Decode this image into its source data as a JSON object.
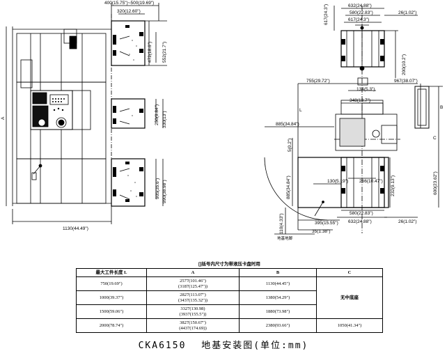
{
  "plan_left": {
    "dims": {
      "top_outer": "400(15.75\")~500(19.69\")",
      "top_inner": "320(12.60\")",
      "d472": "472(18.6\")",
      "d552": "552(21.7\")",
      "d250": "250(9.84\")",
      "d330": "330(13\")",
      "d905": "905(35.6\")",
      "d990": "990(38.98\")",
      "bottom": "1130(44.49\")",
      "side_A": "A"
    }
  },
  "plan_right": {
    "dims": {
      "t632": "632(24.88\")",
      "t580": "580(22.83\")",
      "t617": "617(24.3\")",
      "t26": "26(1.02\")",
      "left_617": "617(24.3\")",
      "r200": "200(10.2\")",
      "d755": "755(29.72\")",
      "d967": "967(38.07\")",
      "d134": "134(5.3\")",
      "d348": "348(13.7\")",
      "d885a": "885(34.84\")",
      "d5": "5(0.2\")",
      "d885b": "885(34.84\")",
      "d130": "130(5.19\")",
      "d266": "266(10.47\")",
      "d232": "232(9.13\")",
      "d600": "600(23.62\")",
      "b580": "580(22.83\")",
      "b632": "632(24.88\")",
      "b26": "26(1.02\")",
      "d395": "395(15.55\")",
      "d35": "35(1.38\")",
      "d110": "110(4.33\")",
      "side_L": "L",
      "side_B": "B",
      "side_C": "C",
      "anchor_label": "地基地脚"
    }
  },
  "table": {
    "note": "[]括号内尺寸为带液压卡盘时用",
    "headers": [
      "最大工件长度 L",
      "A",
      "B",
      "C"
    ],
    "rows": [
      {
        "L": "750(19.69\")",
        "A1": "2577(101.46\")",
        "A2": "(3187(125.47\"))",
        "B": "1130(44.45\")",
        "C": "无中底座"
      },
      {
        "L": "1000(39.37\")",
        "A1": "2827(113.07\")",
        "A2": "(3437(135.32\"))",
        "B": "1380(54.29\")",
        "C": ""
      },
      {
        "L": "1500(59.06\")",
        "A1": "3327(130.98)",
        "A2": "(3937(155.5\"))",
        "B": "1880(73.98\")",
        "C": ""
      },
      {
        "L": "2000(78.74\")",
        "A1": "3827(150.67\")",
        "A2": "(4437(174.69))",
        "B": "2380(93.66\")",
        "C": "1050(41.34\")"
      }
    ]
  },
  "caption": {
    "model": "CKA6150",
    "title": "地基安装图(单位:mm)"
  }
}
